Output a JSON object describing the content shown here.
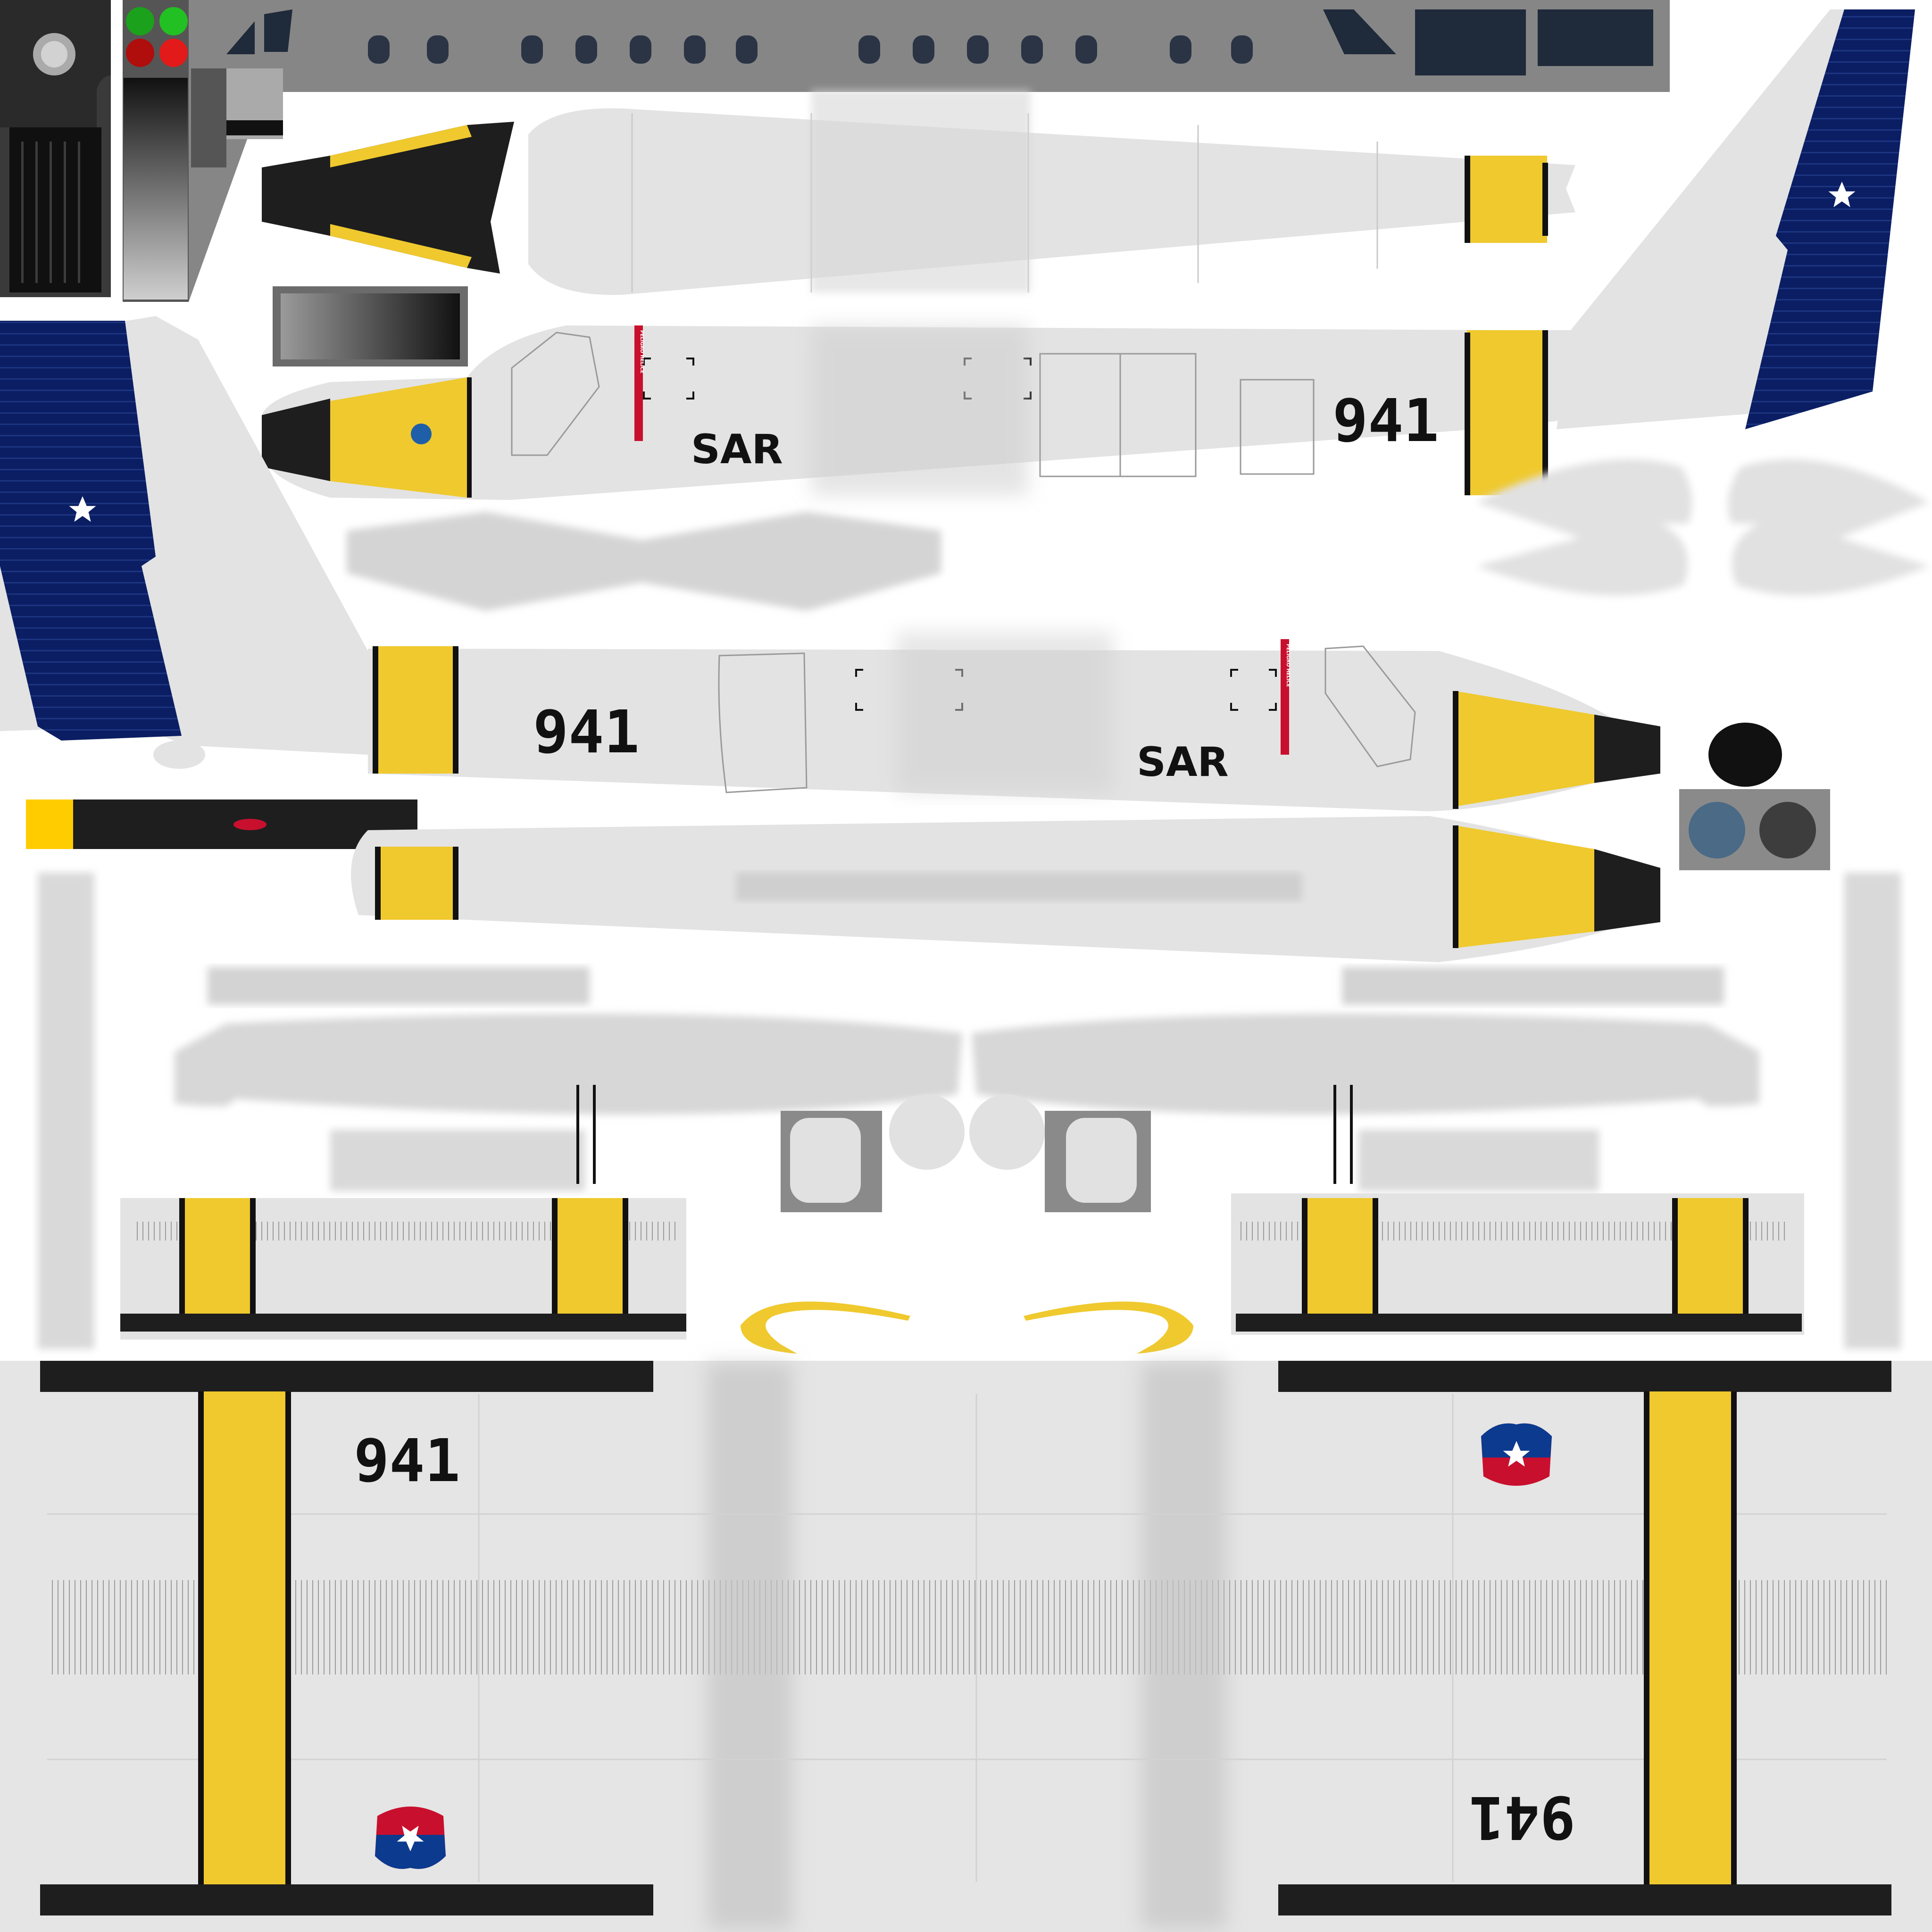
{
  "atlas": {
    "tail_number": "941",
    "tail_number_mirrored": "941",
    "mission_code": "SAR",
    "danger_stencil": "PELIGRO HELICE"
  },
  "colors": {
    "background": "#ffffff",
    "skin": "#e3e3e3",
    "skin_shadow": "#c9c9c9",
    "yellow": "#efc92e",
    "black": "#1e1e1e",
    "navy": "#0b1e63",
    "red": "#c8102e",
    "gray_top": "#868686",
    "window": "#1f2a3a"
  },
  "icons": {
    "tail_star": "white-star-icon",
    "roundel": "chile-shield-roundel-icon",
    "nav_lights": "nav-light-icon",
    "squadron_badge": "squadron-badge-icon"
  }
}
